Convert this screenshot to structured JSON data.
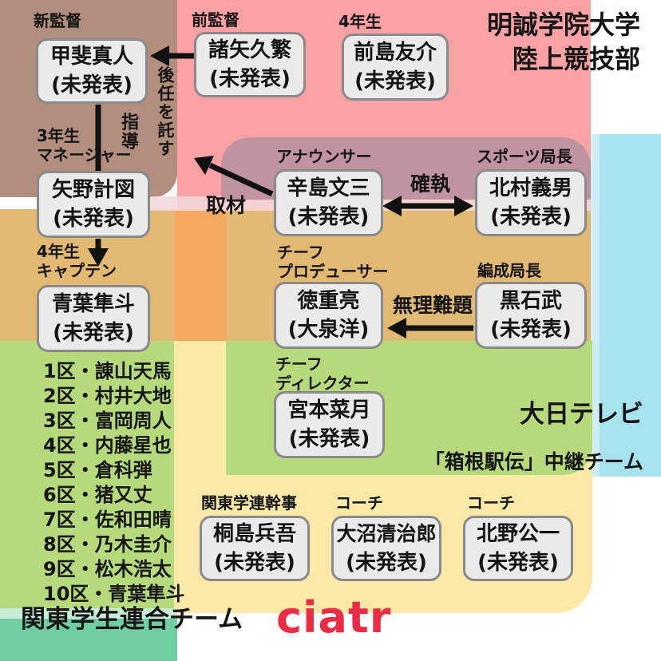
{
  "titles": {
    "university": "明誠学院大学\n陸上競技部",
    "tv_station": "大日テレビ",
    "tv_team": "「箱根駅伝」中継チーム",
    "union_team": "関東学生連合チーム",
    "logo": "ciatr"
  },
  "people": [
    {
      "role": "新監督",
      "name": "甲斐真人",
      "actor": "(未発表)"
    },
    {
      "role": "前監督",
      "name": "諸矢久繁",
      "actor": "(未発表)"
    },
    {
      "role": "4年生",
      "name": "前島友介",
      "actor": "(未発表)"
    },
    {
      "role": "3年生\nマネージャー",
      "name": "矢野計図",
      "actor": "(未発表)"
    },
    {
      "role": "4年生\nキャプテン",
      "name": "青葉隼斗",
      "actor": "(未発表)"
    },
    {
      "role": "アナウンサー",
      "name": "辛島文三",
      "actor": "(未発表)"
    },
    {
      "role": "スポーツ局長",
      "name": "北村義男",
      "actor": "(未発表)"
    },
    {
      "role": "チーフ\nプロデューサー",
      "name": "徳重亮",
      "actor": "(大泉洋)"
    },
    {
      "role": "編成局長",
      "name": "黒石武",
      "actor": "(未発表)"
    },
    {
      "role": "チーフ\nディレクター",
      "name": "宮本菜月",
      "actor": "(未発表)"
    },
    {
      "role": "関東学連幹事",
      "name": "桐島兵吾",
      "actor": "(未発表)"
    },
    {
      "role": "コーチ",
      "name": "大沼清治郎",
      "actor": "(未発表)"
    },
    {
      "role": "コーチ",
      "name": "北野公一",
      "actor": "(未発表)"
    }
  ],
  "relations": {
    "succession": "後任を託す",
    "guidance": "指導",
    "coverage": "取材",
    "feud": "確執",
    "unreasonable": "無理難題"
  },
  "runners": [
    "1区・諌山天馬",
    "2区・村井大地",
    "3区・富岡周人",
    "4区・内藤星也",
    "5区・倉科弾",
    "6区・猪又丈",
    "7区・佐和田晴",
    "8区・乃木圭介",
    "9区・松木浩太",
    "10区・青葉隼斗"
  ],
  "colors": {
    "pink_region": "#f9a2a5",
    "brown_region": "#b18e7d",
    "mauve_region": "#c0949f",
    "tan_region": "#e1b973",
    "orange_overlap": "#f5aa62",
    "green_region": "#b5d97b",
    "yellow_region": "#fae9a7",
    "cyan_band": "#a6e3ee",
    "teal_band": "#6fcfa2",
    "card_bg": "#eaeaea",
    "card_border": "#8a8a8a",
    "logo_red": "#ee2b45"
  }
}
